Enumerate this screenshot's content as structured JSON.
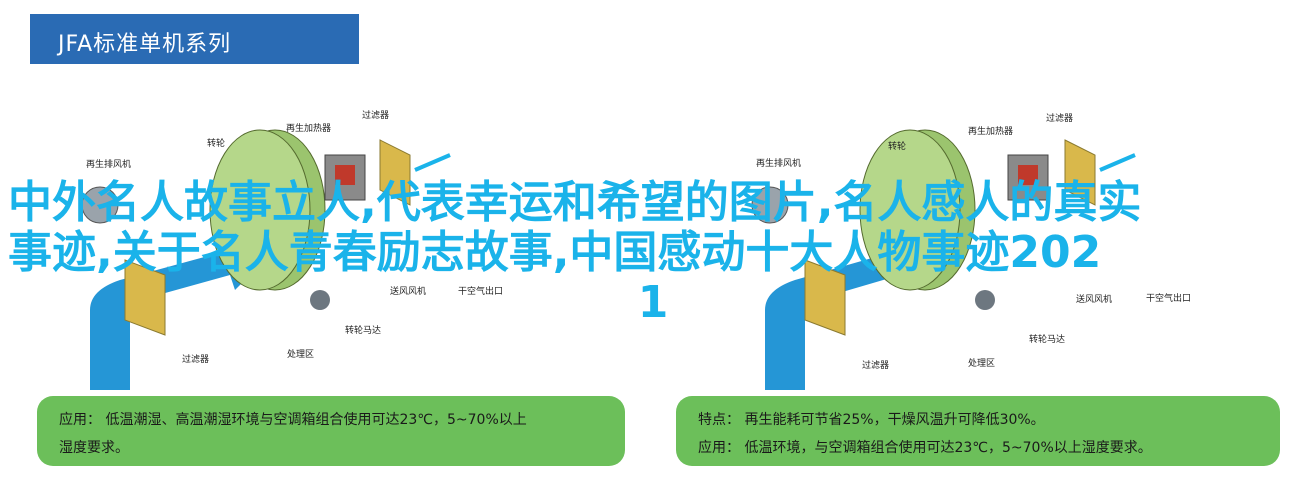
{
  "header": {
    "title": "JFA标准单机系列"
  },
  "diagram": {
    "labels": {
      "preheater": "再生加热器",
      "filter_top": "过滤器",
      "wheel": "转轮",
      "regen_fan": "再生排风机",
      "process_fan": "送风风机",
      "dry_outlet": "干空气出口",
      "motor": "转轮马达",
      "filter_bottom": "过滤器",
      "process_zone": "处理区"
    }
  },
  "overlay": {
    "line1": "中外名人故事立人,代表幸运和希望的图片,名人感人的真实",
    "line2": "事迹,关于名人青春励志故事,中国感动十大人物事迹202",
    "line3": "1"
  },
  "info_left": {
    "line1": "应用：  低温潮湿、高温潮湿环境与空调箱组合使用可达23℃，5~70%以上",
    "line2": "湿度要求。"
  },
  "info_right": {
    "line1": "特点：  再生能耗可节省25%，干燥风温升可降低30%。",
    "line2": "应用：  低温环境，与空调箱组合使用可达23℃，5~70%以上湿度要求。"
  },
  "colors": {
    "header": "#2a6bb4",
    "overlay_text": "#1ab3ea",
    "info_box": "#6cbf5a",
    "arrow": "#2596d6"
  }
}
